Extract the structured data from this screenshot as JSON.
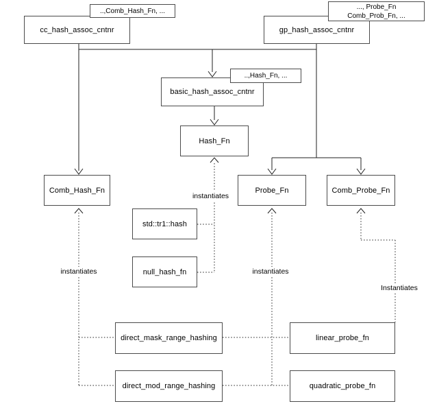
{
  "nodes": {
    "cc": "cc_hash_assoc_cntnr",
    "cc_params": "..,Comb_Hash_Fn, ...",
    "gp": "gp_hash_assoc_cntnr",
    "gp_params_1": "..., Probe_Fn",
    "gp_params_2": "Comb_Prob_Fn, ...",
    "basic": "basic_hash_assoc_cntnr",
    "basic_params": "..,Hash_Fn, ...",
    "hash_fn": "Hash_Fn",
    "comb_hash_fn": "Comb_Hash_Fn",
    "probe_fn": "Probe_Fn",
    "comb_probe_fn": "Comb_Probe_Fn",
    "std_tr1_hash": "std::tr1::hash",
    "null_hash_fn": "null_hash_fn",
    "direct_mask": "direct_mask_range_hashing",
    "direct_mod": "direct_mod_range_hashing",
    "linear_probe": "linear_probe_fn",
    "quadratic_probe": "quadratic_probe_fn"
  },
  "edge_labels": {
    "hash": "instantiates",
    "comb_hash": "instantiates",
    "probe": "instantiates",
    "comb_probe": "Instantiates"
  },
  "colors": {
    "background": "#ffffff",
    "box_border": "#4a4a4a",
    "line": "#1f1f1f",
    "text": "#000000"
  }
}
